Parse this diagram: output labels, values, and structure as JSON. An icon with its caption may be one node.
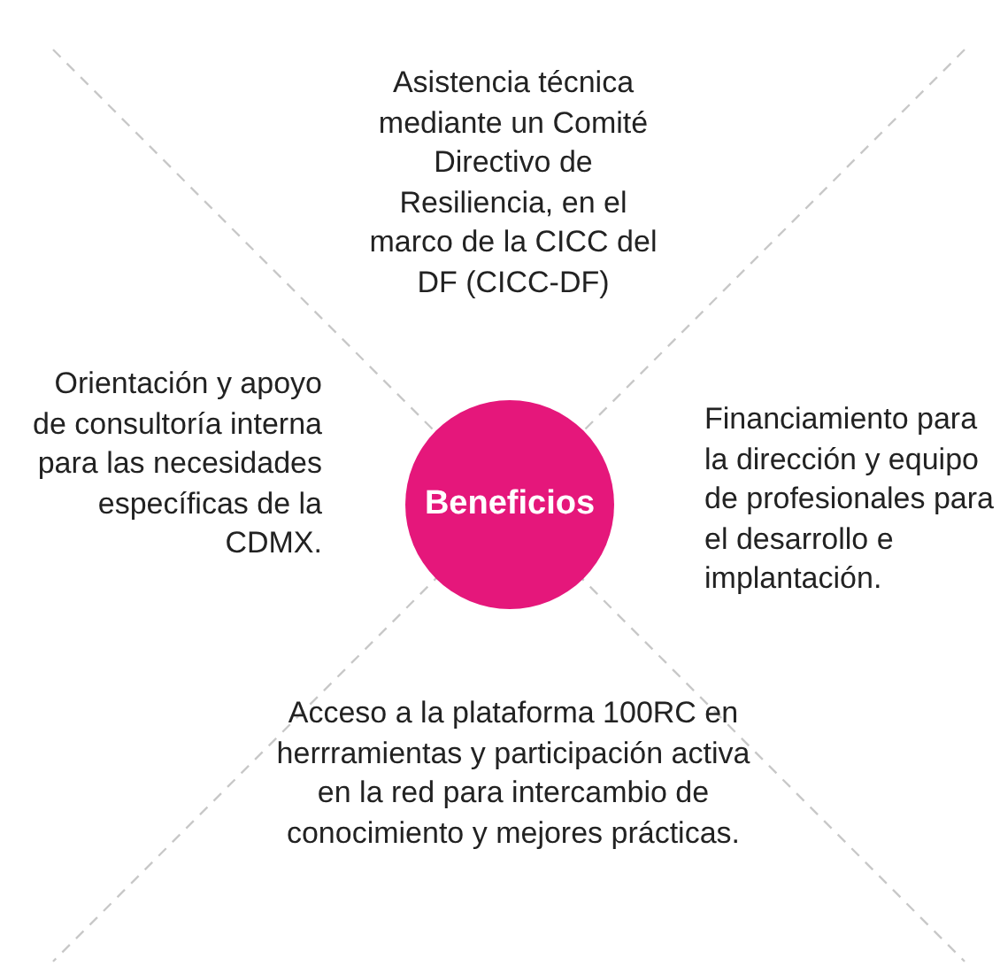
{
  "diagram": {
    "nodes": [
      {
        "text": [
          "Beneficios"
        ]
      }
    ],
    "edges": [],
    "labels": [
      "Asistencia técnica mediante un Comité Directivo de Resiliencia, en el marco de la CICC del DF (CICC-DF)",
      "Orientación y apoyo de consultoría interna para las necesidades específicas de la CDMX.",
      "Financiamiento para la dirección y equipo de profesionales para el desarrollo e implantación.",
      "Acceso a la plataforma 100RC en herrramientas y participación activa en la red para intercambio de conocimiento y mejores prácticas."
    ]
  }
}
